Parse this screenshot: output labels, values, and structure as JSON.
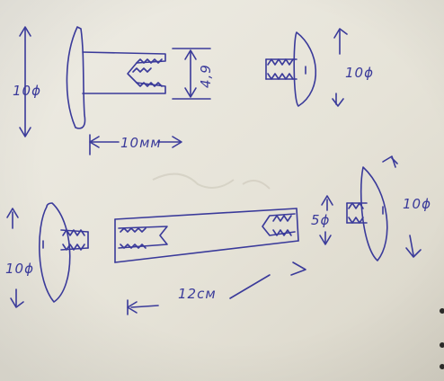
{
  "colors": {
    "paper": "#e9e6dc",
    "ink": "#3a3a9a",
    "shadow": "#b8b2a4"
  },
  "labels": {
    "top_head_diameter": "10ϕ",
    "top_shaft_length": "10мм",
    "top_shaft_diameter": "4,9",
    "top_screw_head_diameter": "10ϕ",
    "bottom_left_head_diameter": "10ϕ",
    "bottom_tube_length": "12см",
    "bottom_thread_diameter": "5ϕ",
    "bottom_right_head_diameter": "10ϕ"
  }
}
